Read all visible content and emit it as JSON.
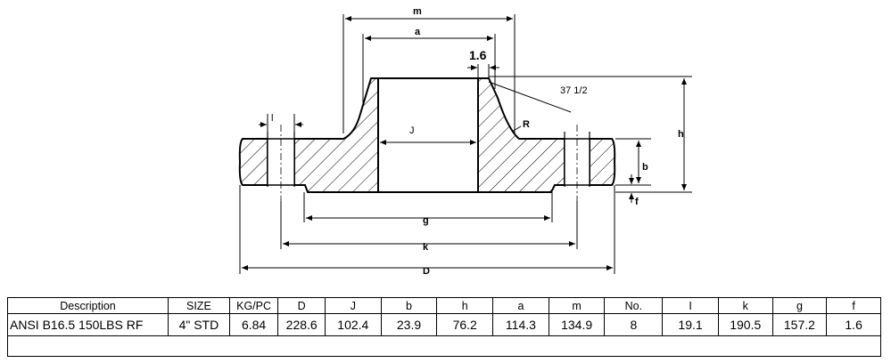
{
  "drawing": {
    "labels": {
      "m": "m",
      "a": "a",
      "t": "1.6",
      "angle": "37 1/2",
      "r": "R",
      "j": "J",
      "l": "l",
      "h": "h",
      "b": "b",
      "f": "f",
      "g": "g",
      "k": "k",
      "d": "D"
    }
  },
  "table": {
    "headers": [
      "Description",
      "SIZE",
      "KG/PC",
      "D",
      "J",
      "b",
      "h",
      "a",
      "m",
      "No.",
      "I",
      "k",
      "g",
      "f"
    ],
    "rows": [
      [
        "ANSI B16.5 150LBS RF",
        "4\" STD",
        "6.84",
        "228.6",
        "102.4",
        "23.9",
        "76.2",
        "114.3",
        "134.9",
        "8",
        "19.1",
        "190.5",
        "157.2",
        "1.6"
      ]
    ]
  }
}
